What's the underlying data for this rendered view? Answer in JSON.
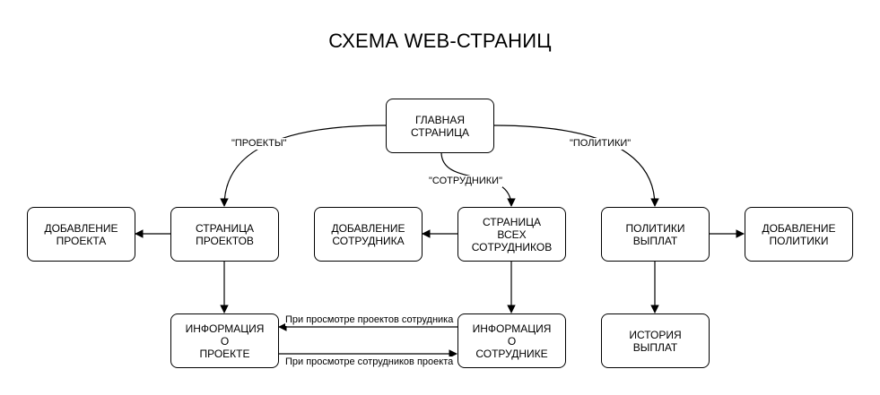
{
  "title": "СХЕМА WEB-СТРАНИЦ",
  "nodes": {
    "main": "ГЛАВНАЯ\nСТРАНИЦА",
    "projects_page": "СТРАНИЦА\nПРОЕКТОВ",
    "add_project": "ДОБАВЛЕНИЕ\nПРОЕКТА",
    "employees_page": "СТРАНИЦА\nВСЕХ\nСОТРУДНИКОВ",
    "add_employee": "ДОБАВЛЕНИЕ\nСОТРУДНИКА",
    "pay_policies": "ПОЛИТИКИ\nВЫПЛАТ",
    "add_policy": "ДОБАВЛЕНИЕ\nПОЛИТИКИ",
    "project_info": "ИНФОРМАЦИЯ\nО\nПРОЕКТЕ",
    "employee_info": "ИНФОРМАЦИЯ\nО\nСОТРУДНИКЕ",
    "pay_history": "ИСТОРИЯ\nВЫПЛАТ"
  },
  "edge_labels": {
    "projects": "\"ПРОЕКТЫ\"",
    "employees": "\"СОТРУДНИКИ\"",
    "policies": "\"ПОЛИТИКИ\"",
    "view_employee_projects": "При просмотре проектов сотрудника",
    "view_project_employees": "При просмотре сотрудников проекта"
  }
}
